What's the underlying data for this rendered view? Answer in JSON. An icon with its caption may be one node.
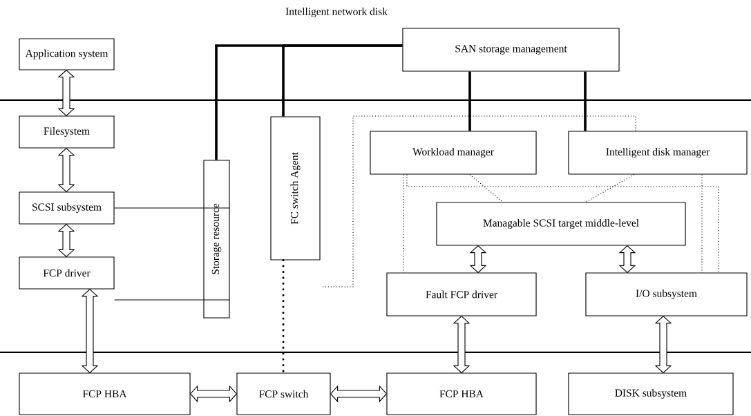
{
  "diagram": {
    "title": "Intelligent network disk",
    "nodes": [
      {
        "text": [
          "Application system"
        ]
      },
      {
        "text": [
          "Filesystem"
        ]
      },
      {
        "text": [
          "SCSI subsystem"
        ]
      },
      {
        "text": [
          "FCP driver"
        ]
      },
      {
        "text": [
          "Storage resource"
        ]
      },
      {
        "text": [
          "FC switch Agent"
        ]
      },
      {
        "text": [
          "SAN storage management"
        ]
      },
      {
        "text": [
          "Workload manager"
        ]
      },
      {
        "text": [
          "Intelligent disk manager"
        ]
      },
      {
        "text": [
          "Managable SCSI target middle-level"
        ]
      },
      {
        "text": [
          "Fault FCP driver"
        ]
      },
      {
        "text": [
          "I/O subsystem"
        ]
      },
      {
        "text": [
          "FCP HBA"
        ]
      },
      {
        "text": [
          "FCP switch"
        ]
      },
      {
        "text": [
          "FCP HBA"
        ]
      },
      {
        "text": [
          "DISK subsystem"
        ]
      }
    ],
    "edges": [
      {
        "from": 0,
        "to": 1,
        "arrow": "both"
      },
      {
        "from": 1,
        "to": 2,
        "arrow": "both"
      },
      {
        "from": 2,
        "to": 3,
        "arrow": "both"
      },
      {
        "from": 3,
        "to": 12,
        "arrow": "both"
      },
      {
        "from": 12,
        "to": 13,
        "arrow": "both"
      },
      {
        "from": 13,
        "to": 14,
        "arrow": "both"
      },
      {
        "from": 9,
        "to": 10,
        "arrow": "both"
      },
      {
        "from": 9,
        "to": 11,
        "arrow": "both"
      },
      {
        "from": 10,
        "to": 14,
        "arrow": "both"
      },
      {
        "from": 11,
        "to": 15,
        "arrow": "both"
      },
      {
        "from": 2,
        "to": 4,
        "arrow": "none"
      },
      {
        "from": 3,
        "to": 4,
        "arrow": "none"
      },
      {
        "from": 6,
        "to": 4,
        "arrow": "none",
        "style": "thick"
      },
      {
        "from": 6,
        "to": 5,
        "arrow": "none",
        "style": "thick"
      },
      {
        "from": 6,
        "to": 7,
        "arrow": "none",
        "style": "thick"
      },
      {
        "from": 6,
        "to": 8,
        "arrow": "none",
        "style": "thick"
      },
      {
        "from": 5,
        "to": 13,
        "arrow": "none",
        "style": "dashed"
      },
      {
        "from": 7,
        "to": 9,
        "arrow": "none",
        "style": "dashed"
      },
      {
        "from": 8,
        "to": 9,
        "arrow": "none",
        "style": "dashed"
      },
      {
        "from": 7,
        "to": 10,
        "arrow": "none",
        "style": "dashed"
      },
      {
        "from": 7,
        "to": 11,
        "arrow": "none",
        "style": "dashed"
      },
      {
        "from": 8,
        "to": 11,
        "arrow": "none",
        "style": "dashed"
      },
      {
        "from": null,
        "to": 8,
        "arrow": "none",
        "style": "dashed"
      }
    ]
  }
}
